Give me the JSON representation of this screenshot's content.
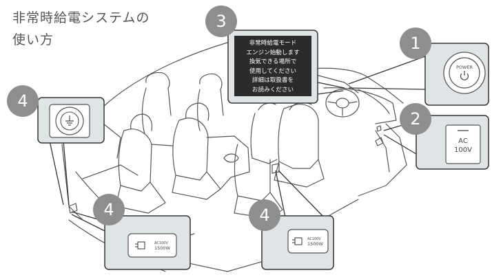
{
  "title": "非常時給電システムの\n使い方",
  "callouts": [
    {
      "number": "1",
      "label": "POWER"
    },
    {
      "number": "2",
      "label_line1": "AC",
      "label_line2": "100V"
    },
    {
      "number": "3"
    },
    {
      "number": "4"
    }
  ],
  "screen_message": [
    "非常時給電モード",
    "エンジン始動します",
    "換気できる場所で",
    "使用してください",
    "詳細は取扱書を",
    "お読みください"
  ],
  "outlet_label_line1": "AC100V",
  "outlet_label_line2": "1500W",
  "colors": {
    "panel_fill": "#dfe4e6",
    "panel_stroke": "#333333",
    "badge": "#8e8e8e",
    "screen": "#2b2b2b",
    "line_art": "#555555"
  }
}
